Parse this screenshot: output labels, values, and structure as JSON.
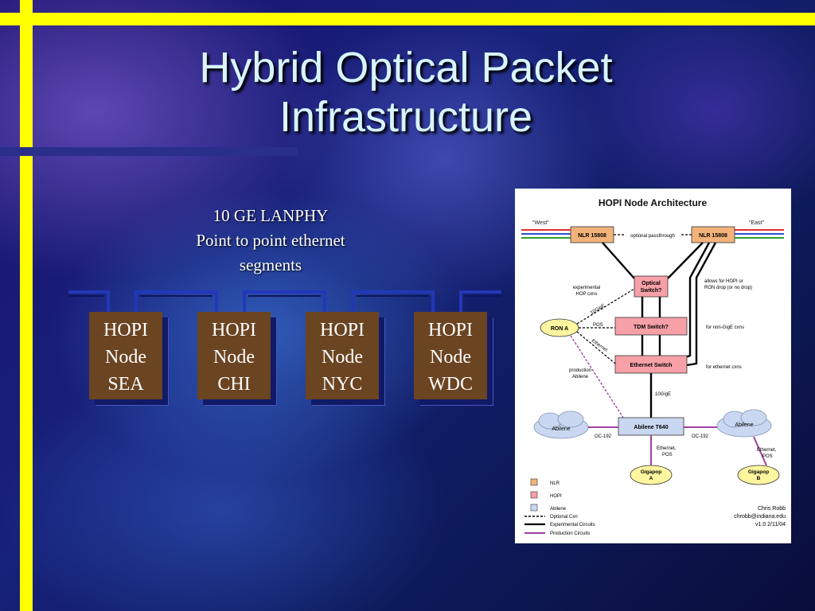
{
  "slide": {
    "title_line1": "Hybrid Optical Packet",
    "title_line2": "Infrastructure",
    "subtitle_line1": "10 GE LANPHY",
    "subtitle_line2": "Point to point ethernet",
    "subtitle_line3": "segments"
  },
  "nodes": [
    {
      "l1": "HOPI",
      "l2": "Node",
      "l3": "SEA"
    },
    {
      "l1": "HOPI",
      "l2": "Node",
      "l3": "CHI"
    },
    {
      "l1": "HOPI",
      "l2": "Node",
      "l3": "NYC"
    },
    {
      "l1": "HOPI",
      "l2": "Node",
      "l3": "WDC"
    }
  ],
  "arch": {
    "title": "HOPI Node Architecture",
    "west": "\"West\"",
    "east": "\"East\"",
    "nlr_left": "NLR 15808",
    "nlr_right": "NLR 15808",
    "optional_passthrough": "optional passthrough",
    "optical_switch_l1": "Optical",
    "optical_switch_l2": "Switch?",
    "tdm_switch": "TDM Switch?",
    "ethernet_switch": "Ethernet Switch",
    "ron_a": "RON A",
    "experimental_l1": "experimental",
    "experimental_l2": "HOP cxns",
    "ten_gige_diag": "10GigE",
    "pos": "POS",
    "ethernet_diag": "Ethernet",
    "production_l1": "production",
    "production_l2": "Abilene",
    "allows_l1": "allows for HOPI or",
    "allows_l2": "RON drop (or no drop)",
    "non_gige": "for non-GigE cxns",
    "for_ethernet": "for ethernet cxns",
    "ten_gige": "10GigE",
    "abilene_t640": "Abilene T640",
    "abilene_left": "Abilene",
    "abilene_right": "Abilene",
    "oc192_left": "OC-192",
    "oc192_right": "OC-192",
    "eth_pos_left_l1": "Ethernet,",
    "eth_pos_left_l2": "POS",
    "eth_pos_right_l1": "Ethernet,",
    "eth_pos_right_l2": "POS",
    "gigapop_a_l1": "Gigapop",
    "gigapop_a_l2": "A",
    "gigapop_b_l1": "Gigapop",
    "gigapop_b_l2": "B",
    "legend": [
      "NLR",
      "HOPI",
      "Abilene",
      "Optional Cxn",
      "Experimental Circuits",
      "Production Circuits"
    ],
    "credit_l1": "Chris Robb",
    "credit_l2": "chrobb@indiana.edu",
    "credit_l3": "v1.0  2/11/04"
  },
  "colors": {
    "accent_yellow": "#ffff00",
    "nlr_fill": "#f2b27a",
    "hopi_fill": "#f7a0a8",
    "abilene_fill": "#c9d8f0",
    "production": "#a040a0"
  }
}
